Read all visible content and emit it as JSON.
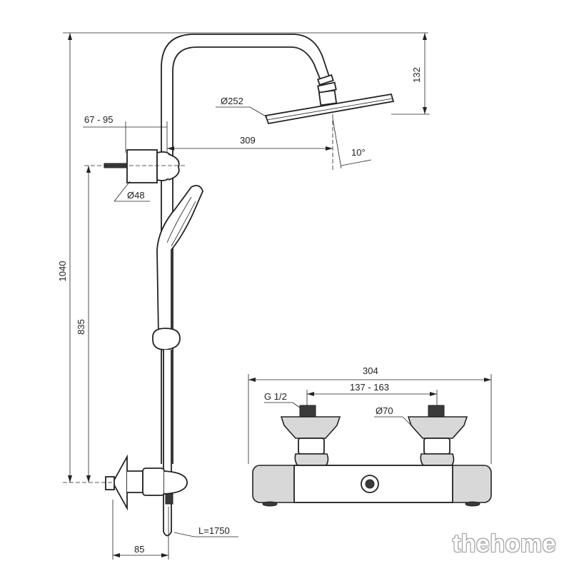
{
  "dimensions": {
    "height_total": "1040",
    "height_bracket": "835",
    "head_height": "132",
    "head_diameter": "Ø252",
    "arm_reach": "309",
    "wall_offset": "67 - 95",
    "bracket_diameter": "Ø48",
    "tilt_angle": "10°",
    "hose_length": "L=1750",
    "valve_offset": "85",
    "mixer_width": "304",
    "inlet_spacing": "137 - 163",
    "thread": "G 1/2",
    "flange_diameter": "Ø70"
  },
  "watermark": "thehome"
}
